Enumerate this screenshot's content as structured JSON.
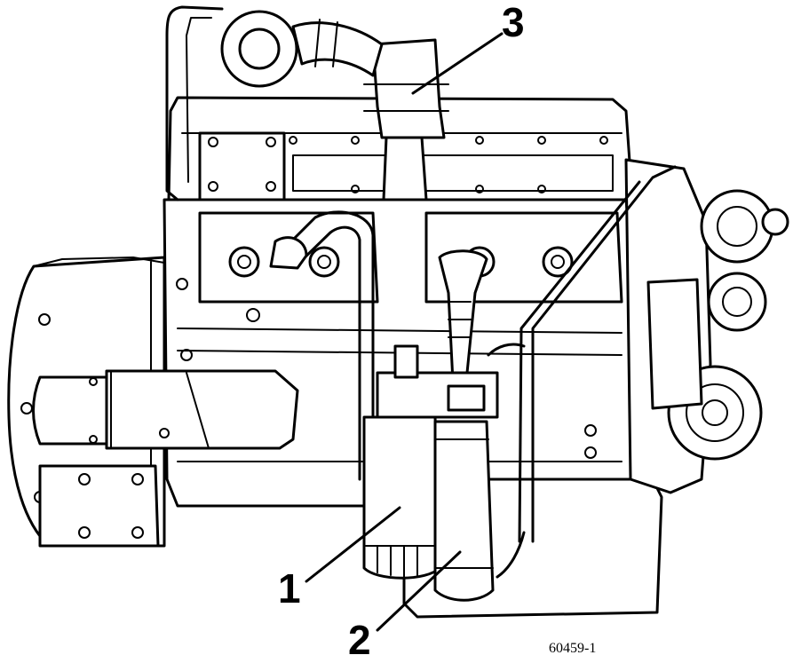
{
  "figure": {
    "id_label": "60459-1"
  },
  "callouts": [
    {
      "number": "1"
    },
    {
      "number": "2"
    },
    {
      "number": "3"
    }
  ]
}
